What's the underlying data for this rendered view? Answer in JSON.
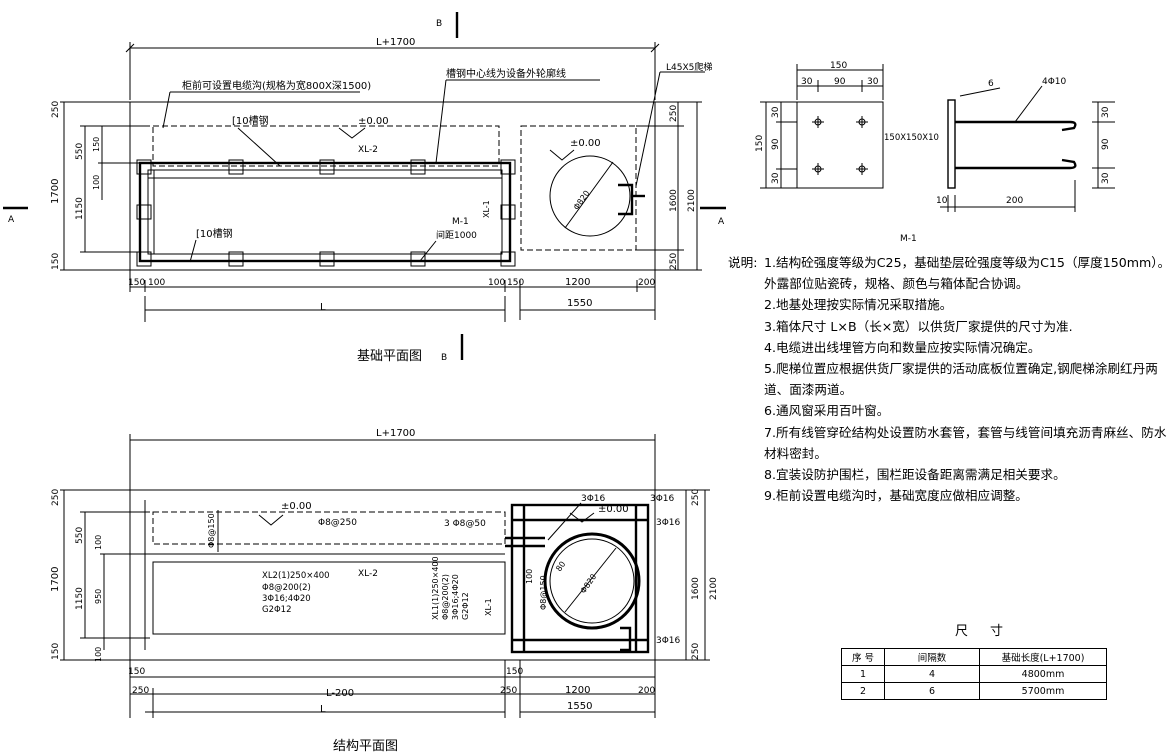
{
  "plan1": {
    "title": "基础平面图",
    "section_b": "B",
    "section_a": "A",
    "dim_total": "L+1700",
    "dim_L": "L",
    "dim_1550": "1550",
    "dim_150": "150",
    "dim_100": "100",
    "dim_1200": "1200",
    "dim_200": "200",
    "dim_250": "250",
    "dim_550": "550",
    "dim_1150": "1150",
    "dim_1700": "1700",
    "dim_1600": "1600",
    "dim_2100": "2100",
    "label_cable_trench": "柜前可设置电缆沟(规格为宽800X深1500)",
    "label_channel_center": "槽钢中心线为设备外轮廓线",
    "label_ladder": "L45X5爬梯",
    "label_channel_top": "[10槽钢",
    "label_channel_bottom": "[10槽钢",
    "label_elev": "±0.00",
    "label_elev2": "±0.00",
    "label_xl2": "XL-2",
    "label_xl1": "XL-1",
    "label_m1": "M-1",
    "label_spacing": "间距1000",
    "label_phi": "Φ820"
  },
  "plan2": {
    "title": "结构平面图",
    "dim_total": "L+1700",
    "dim_L200": "L-200",
    "dim_L": "L",
    "dim_250": "250",
    "dim_150": "150",
    "dim_1200": "1200",
    "dim_200": "200",
    "dim_1550": "1550",
    "dim_550": "550",
    "dim_1150": "1150",
    "dim_1700": "1700",
    "dim_950": "950",
    "dim_100": "100",
    "dim_1600": "1600",
    "dim_2100": "2100",
    "label_elev": "±0.00",
    "label_elev2": "±0.00",
    "label_rebar1": "Φ8@250",
    "label_rebar2": "3 Φ8@50",
    "label_rebar3": "Φ8@150",
    "label_rebar4": "Φ8@150",
    "label_xl2": "XL-2",
    "label_xl1": "XL-1",
    "xl2_spec": [
      "XL2(1)250×400",
      "Φ8@200(2)",
      "3Φ16;4Φ20",
      "G2Φ12"
    ],
    "xl1_spec": [
      "XL1(1)250×400",
      "Φ8@200(2)",
      "3Φ16;4Φ20",
      "G2Φ12"
    ],
    "label_3phi16": "3Φ16",
    "label_phi": "Φ820",
    "label_80": "80",
    "label_100b": "100"
  },
  "detail": {
    "title": "M-1",
    "dim_150_top": "150",
    "dim_30": "30",
    "dim_90": "90",
    "dim_150_side": "150",
    "dim_6": "6",
    "dim_4phi10": "4Φ10",
    "dim_plate": "150X150X10",
    "dim_10": "10",
    "dim_200": "200"
  },
  "notes": {
    "lead": "说明:",
    "items": [
      "1.结构砼强度等级为C25，基础垫层砼强度等级为C15（厚度150mm）。外露部位贴瓷砖，规格、颜色与箱体配合协调。",
      "2.地基处理按实际情况采取措施。",
      "3.箱体尺寸 L×B（长×宽）以供货厂家提供的尺寸为准.",
      "4.电缆进出线埋管方向和数量应按实际情况确定。",
      "5.爬梯位置应根据供货厂家提供的活动底板位置确定,钢爬梯涂刷红丹两道、面漆两道。",
      "6.通风窗采用百叶窗。",
      "7.所有线管穿砼结构处设置防水套管，套管与线管间填充沥青麻丝、防水材料密封。",
      "8.宜装设防护围栏，围栏距设备距离需满足相关要求。",
      "9.柜前设置电缆沟时，基础宽度应做相应调整。"
    ]
  },
  "table": {
    "title": "尺寸",
    "headers": [
      "序 号",
      "间隔数",
      "基础长度(L+1700)"
    ],
    "rows": [
      [
        "1",
        "4",
        "4800mm"
      ],
      [
        "2",
        "6",
        "5700mm"
      ]
    ]
  }
}
